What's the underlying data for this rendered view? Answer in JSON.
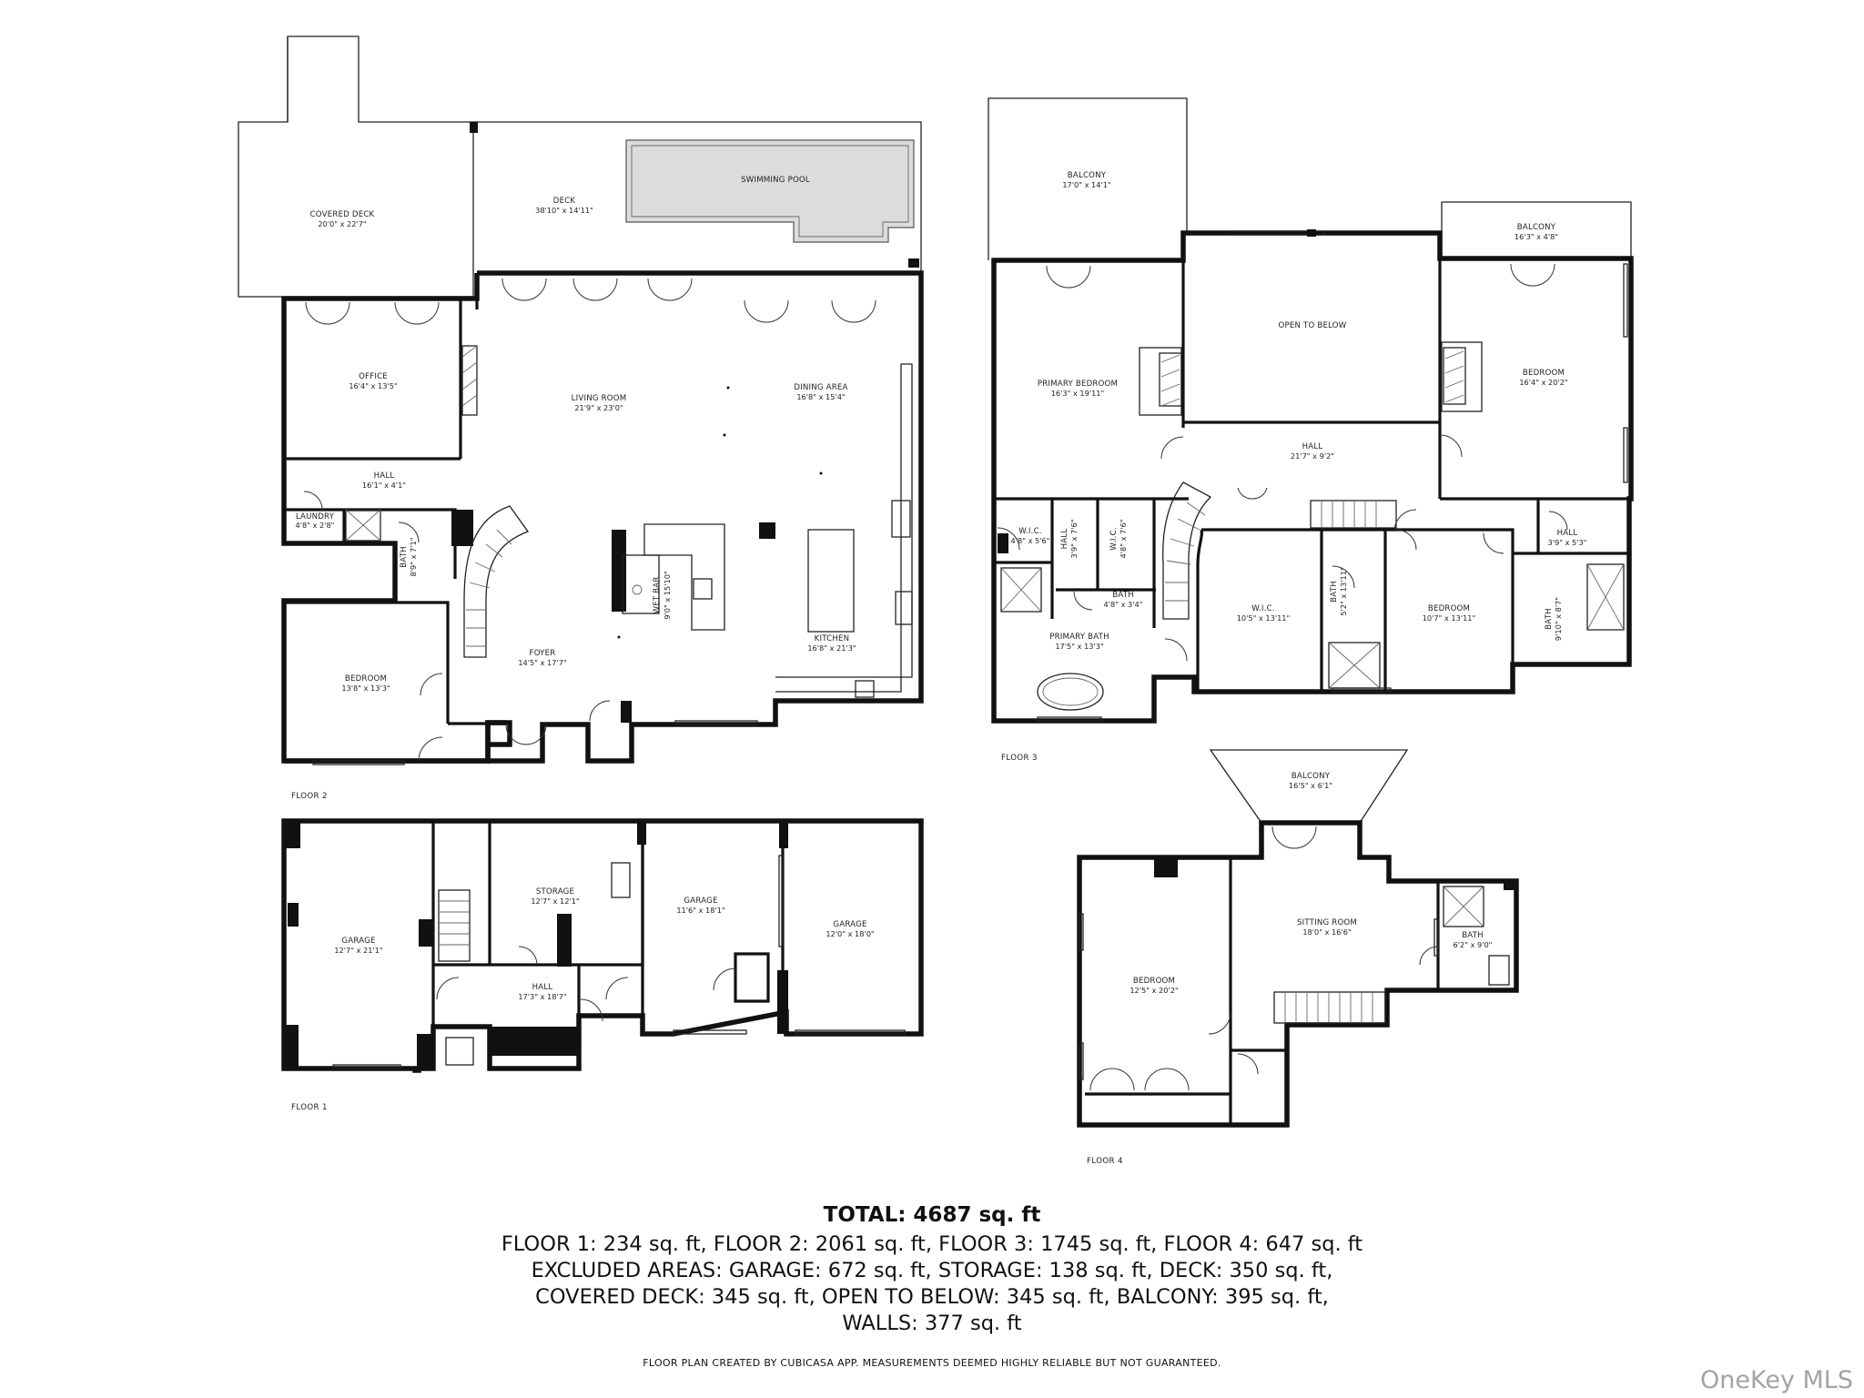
{
  "floor_labels": [
    "FLOOR 2",
    "FLOOR 3",
    "FLOOR 1",
    "FLOOR 4"
  ],
  "rooms": [
    {
      "name": "COVERED DECK",
      "dims": "20'0\" x 22'7\""
    },
    {
      "name": "DECK",
      "dims": "38'10\" x 14'11\""
    },
    {
      "name": "SWIMMING POOL",
      "dims": ""
    },
    {
      "name": "OFFICE",
      "dims": "16'4\" x 13'5\""
    },
    {
      "name": "LIVING ROOM",
      "dims": "21'9\" x 23'0\""
    },
    {
      "name": "DINING AREA",
      "dims": "16'8\" x 15'4\""
    },
    {
      "name": "HALL",
      "dims": "16'1\" x 4'1\""
    },
    {
      "name": "LAUNDRY",
      "dims": "4'8\" x 2'8\""
    },
    {
      "name": "BATH",
      "dims": "8'9\" x 7'1\""
    },
    {
      "name": "WET BAR",
      "dims": "9'0\" x 15'10\""
    },
    {
      "name": "KITCHEN",
      "dims": "16'8\" x 21'3\""
    },
    {
      "name": "FOYER",
      "dims": "14'5\" x 17'7\""
    },
    {
      "name": "BEDROOM",
      "dims": "13'8\" x 13'3\""
    },
    {
      "name": "BALCONY",
      "dims": "17'0\" x 14'1\""
    },
    {
      "name": "BALCONY",
      "dims": "16'3\" x 4'8\""
    },
    {
      "name": "OPEN TO BELOW",
      "dims": ""
    },
    {
      "name": "PRIMARY BEDROOM",
      "dims": "16'3\" x 19'11\""
    },
    {
      "name": "BEDROOM",
      "dims": "16'4\" x 20'2\""
    },
    {
      "name": "HALL",
      "dims": "21'7\" x 9'2\""
    },
    {
      "name": "W.I.C.",
      "dims": "4'8\" x 5'6\""
    },
    {
      "name": "HALL",
      "dims": "3'9\" x 7'6\""
    },
    {
      "name": "W.I.C.",
      "dims": "4'8\" x 7'6\""
    },
    {
      "name": "BATH",
      "dims": "4'8\" x 3'4\""
    },
    {
      "name": "PRIMARY BATH",
      "dims": "17'5\" x 13'3\""
    },
    {
      "name": "W.I.C.",
      "dims": "10'5\" x 13'11\""
    },
    {
      "name": "BATH",
      "dims": "5'2\" x 13'11\""
    },
    {
      "name": "BEDROOM",
      "dims": "10'7\" x 13'11\""
    },
    {
      "name": "HALL",
      "dims": "3'9\" x 5'3\""
    },
    {
      "name": "BATH",
      "dims": "9'10\" x 8'7\""
    },
    {
      "name": "GARAGE",
      "dims": "12'7\" x 21'1\""
    },
    {
      "name": "STORAGE",
      "dims": "12'7\" x 12'1\""
    },
    {
      "name": "GARAGE",
      "dims": "11'6\" x 18'1\""
    },
    {
      "name": "GARAGE",
      "dims": "12'0\" x 18'0\""
    },
    {
      "name": "HALL",
      "dims": "17'3\" x 18'7\""
    },
    {
      "name": "BALCONY",
      "dims": "16'5\" x 6'1\""
    },
    {
      "name": "SITTING ROOM",
      "dims": "18'0\" x 16'6\""
    },
    {
      "name": "BATH",
      "dims": "6'2\" x 9'0\""
    },
    {
      "name": "BEDROOM",
      "dims": "12'5\" x 20'2\""
    }
  ],
  "summary": {
    "total": "TOTAL: 4687 sq. ft",
    "lines": [
      "FLOOR 1: 234 sq. ft, FLOOR 2: 2061 sq. ft, FLOOR 3: 1745 sq. ft, FLOOR 4: 647 sq. ft",
      "EXCLUDED AREAS: GARAGE: 672 sq. ft, STORAGE: 138 sq. ft, DECK: 350 sq. ft,",
      "COVERED DECK: 345 sq. ft, OPEN TO BELOW: 345 sq. ft, BALCONY: 395 sq. ft,",
      "WALLS: 377 sq. ft"
    ],
    "disclaimer": "FLOOR PLAN CREATED BY CUBICASA APP. MEASUREMENTS DEEMED HIGHLY RELIABLE BUT NOT GUARANTEED."
  },
  "brand": "OneKey MLS"
}
